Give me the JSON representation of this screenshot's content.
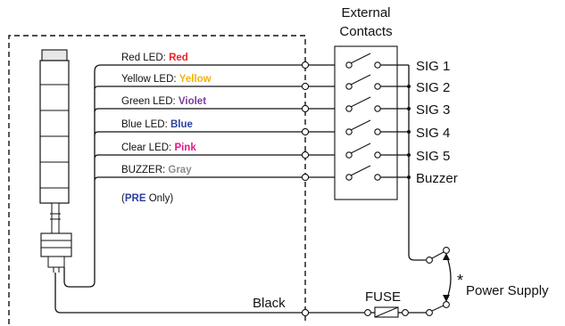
{
  "external_contacts": {
    "line1": "External",
    "line2": "Contacts"
  },
  "wires": [
    {
      "label": "Red LED: ",
      "color_name": "Red",
      "color": "#e8232a",
      "signal": "SIG 1"
    },
    {
      "label": "Yellow LED: ",
      "color_name": "Yellow",
      "color": "#f5b300",
      "signal": "SIG 2"
    },
    {
      "label": "Green LED: ",
      "color_name": "Violet",
      "color": "#7a3b9c",
      "signal": "SIG 3"
    },
    {
      "label": "Blue LED: ",
      "color_name": "Blue",
      "color": "#2b3f9e",
      "signal": "SIG 4"
    },
    {
      "label": "Clear LED: ",
      "color_name": "Pink",
      "color": "#e2198a",
      "signal": "SIG 5"
    },
    {
      "label": "BUZZER: ",
      "color_name": "Gray",
      "color": "#8c8c8c",
      "signal": "Buzzer"
    }
  ],
  "buzzer_note": {
    "open": "(",
    "emph": "PRE",
    "emph_color": "#2b3f9e",
    "rest": " Only)"
  },
  "black_wire": "Black",
  "fuse": "FUSE",
  "power_supply": {
    "asterisk": "*",
    "label": "Power Supply"
  }
}
